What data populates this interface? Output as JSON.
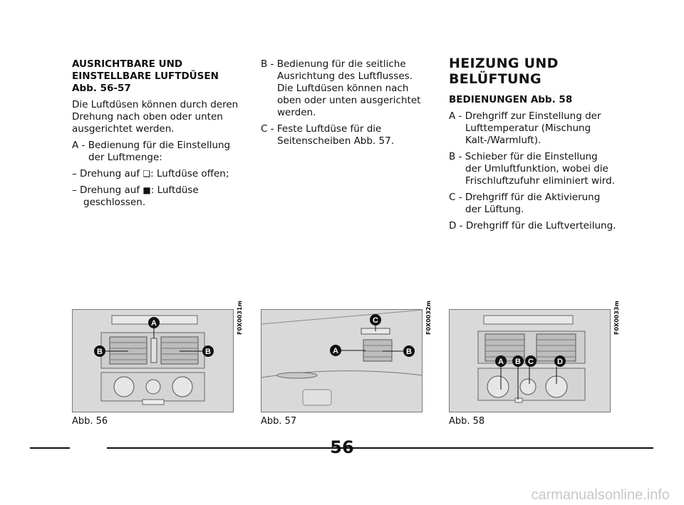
{
  "col1": {
    "heading_line1": "AUSRICHTBARE UND",
    "heading_line2": "EINSTELLBARE LUFTDÜSEN",
    "heading_line3": "Abb. 56-57",
    "intro": "Die Luftdüsen können durch deren Drehung nach oben oder unten ausgerichtet werden.",
    "item_a": "A - Bedienung für die Einstellung der Luftmenge:",
    "dash1_pre": "– Drehung auf ",
    "dash1_sym": "❏",
    "dash1_post": ": Luftdüse offen;",
    "dash2_pre": "– Drehung auf ",
    "dash2_sym": "■",
    "dash2_post": ": Luftdüse geschlossen."
  },
  "col2": {
    "item_b": "B - Bedienung für die seitliche Ausrichtung des Luftflusses. Die Luftdüsen können nach oben oder unten ausgerichtet werden.",
    "item_c": "C - Feste Luftdüse für die Seitenscheiben Abb. 57."
  },
  "col3": {
    "heading_line1": "HEIZUNG UND",
    "heading_line2": "BELÜFTUNG",
    "subheading": "BEDIENUNGEN Abb. 58",
    "item_a": "A - Drehgriff zur Einstellung der Lufttemperatur (Mischung Kalt-/Warmluft).",
    "item_b": "B - Schieber für die Einstellung der Umluftfunktion, wobei die Frischluftzufuhr eliminiert wird.",
    "item_c": "C - Drehgriff für die Aktivierung der Lüftung.",
    "item_d": "D - Drehgriff für die Luftverteilung."
  },
  "figures": [
    {
      "caption": "Abb. 56",
      "code": "F0X0031m",
      "labels": [
        "A",
        "B",
        "B"
      ]
    },
    {
      "caption": "Abb. 57",
      "code": "F0X0032m",
      "labels": [
        "C",
        "A",
        "B"
      ]
    },
    {
      "caption": "Abb. 58",
      "code": "F0X0033m",
      "labels": [
        "A",
        "B",
        "C",
        "D"
      ]
    }
  ],
  "page_number": "56",
  "watermark": "carmanualsonline.info"
}
